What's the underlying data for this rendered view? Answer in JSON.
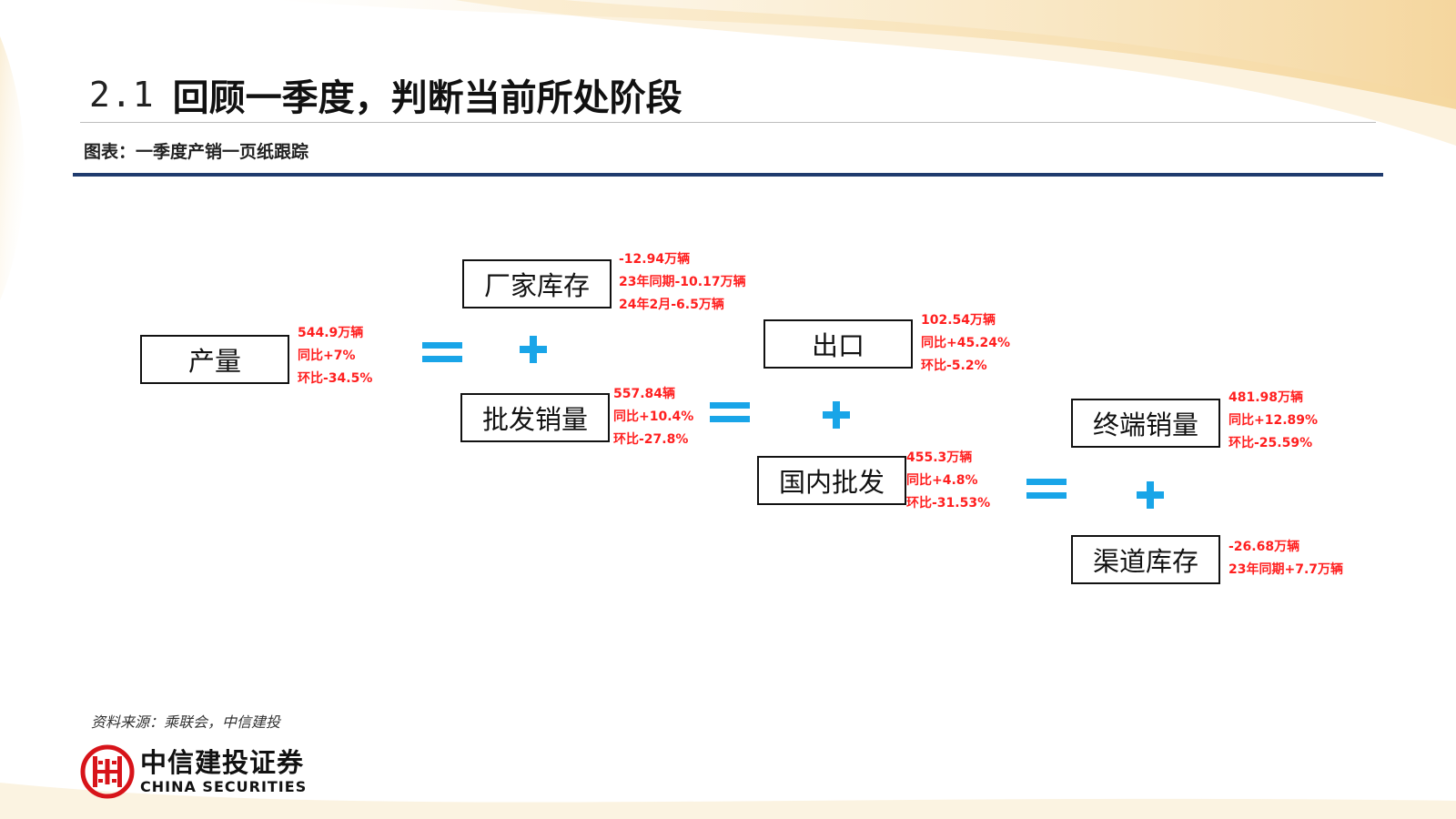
{
  "header": {
    "section_number": "2.1",
    "title": "回顾一季度，判断当前所处阶段",
    "subtitle": "图表：一季度产销一页纸跟踪"
  },
  "diagram": {
    "production": {
      "label": "产量",
      "notes": [
        "544.9万辆",
        "同比+7%",
        "环比-34.5%"
      ]
    },
    "factory_inventory": {
      "label": "厂家库存",
      "notes": [
        "-12.94万辆",
        "23年同期-10.17万辆",
        "24年2月-6.5万辆"
      ]
    },
    "wholesale": {
      "label": "批发销量",
      "notes": [
        "557.84辆",
        "同比+10.4%",
        "环比-27.8%"
      ]
    },
    "export": {
      "label": "出口",
      "notes": [
        "102.54万辆",
        "同比+45.24%",
        "环比-5.2%"
      ]
    },
    "domestic_wholesale": {
      "label": "国内批发",
      "notes": [
        "455.3万辆",
        "同比+4.8%",
        "环比-31.53%"
      ]
    },
    "retail": {
      "label": "终端销量",
      "notes": [
        "481.98万辆",
        "同比+12.89%",
        "环比-25.59%"
      ]
    },
    "channel_inventory": {
      "label": "渠道库存",
      "notes": [
        "-26.68万辆",
        "23年同期+7.7万辆"
      ]
    }
  },
  "footer": {
    "source": "资料来源：乘联会，中信建投",
    "logo_cn": "中信建投证券",
    "logo_en": "CHINA SECURITIES"
  },
  "colors": {
    "accent_blue": "#19a5e8",
    "note_red": "#ff1f1f",
    "header_rule": "#1f3b6e",
    "logo_red": "#d7141a"
  }
}
